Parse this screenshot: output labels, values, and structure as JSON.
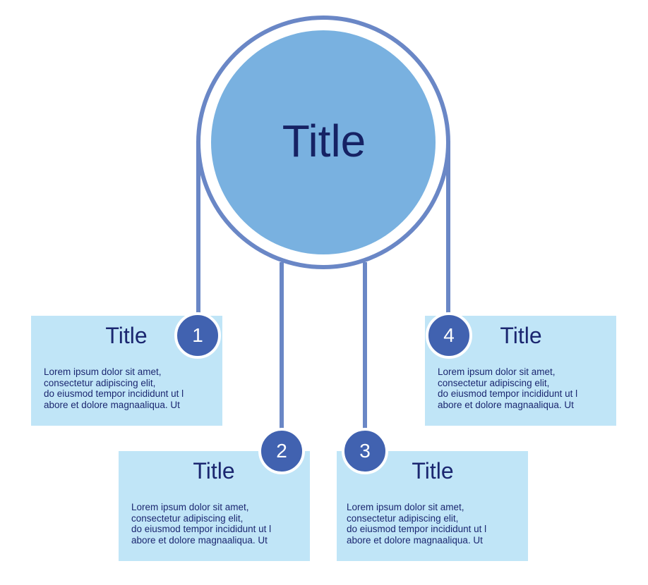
{
  "colors": {
    "outer_ring": "#6a87c6",
    "center_fill": "#79b1e0",
    "connector": "#6a87c6",
    "card_fill": "#c0e5f7",
    "marker_fill": "#4162b0",
    "text_dark": "#1b2770"
  },
  "center": {
    "title": "Title"
  },
  "items": [
    {
      "number": "1",
      "title": "Title",
      "body": "Lorem ipsum dolor sit amet,\nconsectetur adipiscing elit,\ndo eiusmod tempor incididunt ut l\nabore et dolore magnaaliqua. Ut"
    },
    {
      "number": "2",
      "title": "Title",
      "body": "Lorem ipsum dolor sit amet,\nconsectetur adipiscing elit,\ndo eiusmod tempor incididunt ut l\nabore et dolore magnaaliqua. Ut"
    },
    {
      "number": "3",
      "title": "Title",
      "body": "Lorem ipsum dolor sit amet,\nconsectetur adipiscing elit,\ndo eiusmod tempor incididunt ut l\nabore et dolore magnaaliqua. Ut"
    },
    {
      "number": "4",
      "title": "Title",
      "body": "Lorem ipsum dolor sit amet,\nconsectetur adipiscing elit,\ndo eiusmod tempor incididunt ut l\nabore et dolore magnaaliqua. Ut"
    }
  ]
}
